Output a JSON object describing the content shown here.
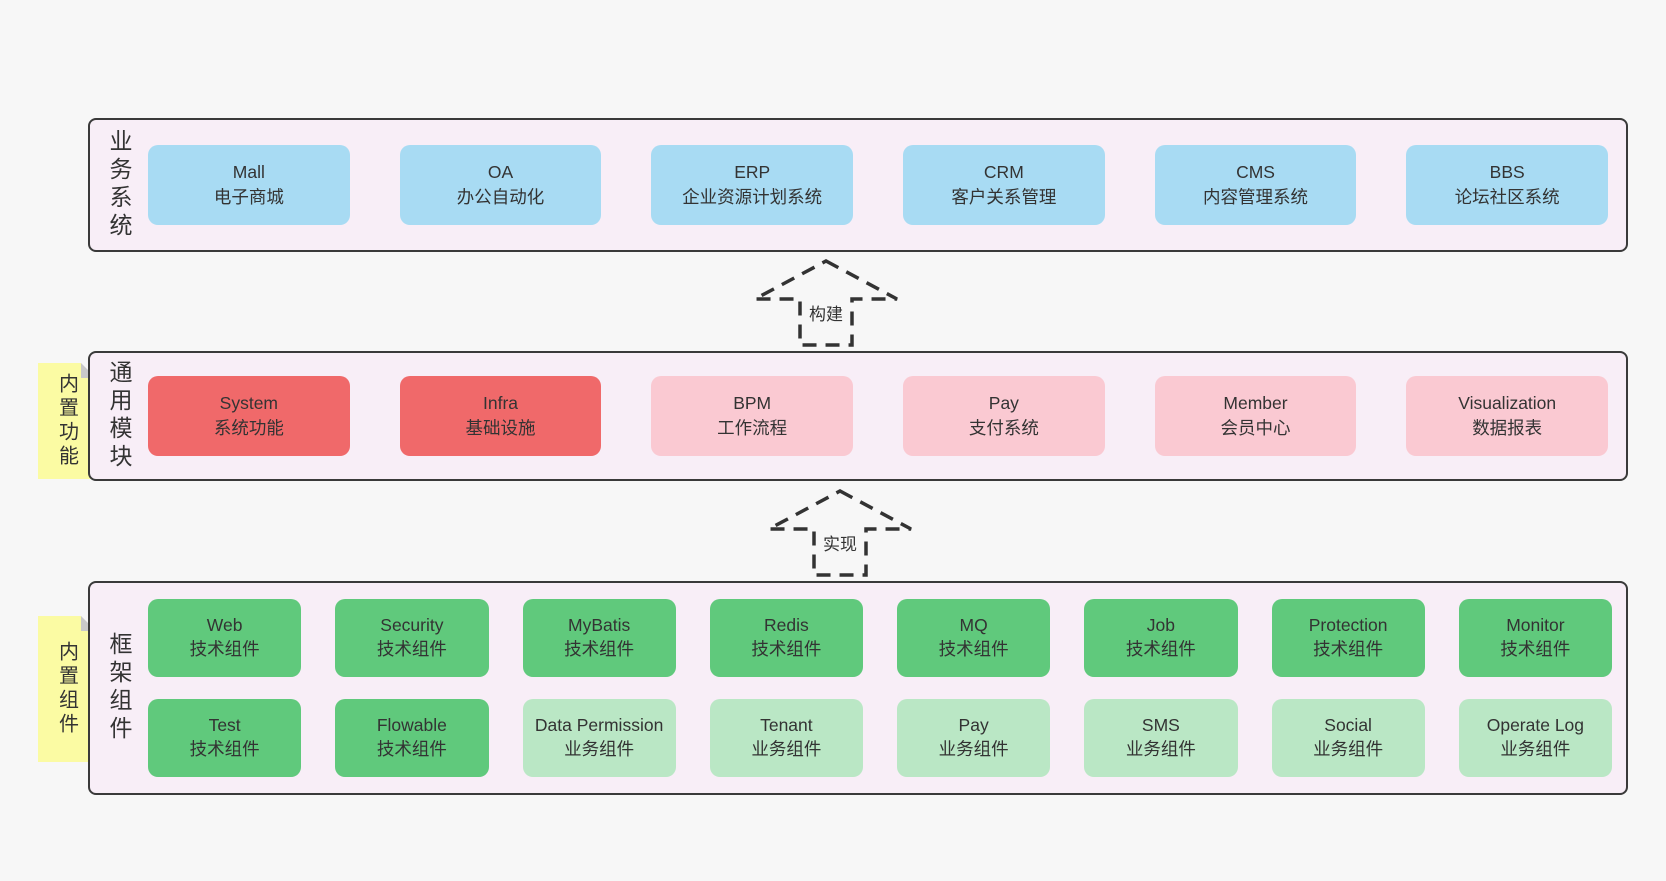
{
  "colors": {
    "page_bg": "#f7f7f7",
    "band_bg": "#f8eef7",
    "band_border": "#3a3a3a",
    "blue_box": "#a8dbf3",
    "red_box": "#f0696a",
    "pink_box": "#fac9d2",
    "green_box": "#60c97c",
    "light_green_box": "#bae7c5",
    "sticky_yellow": "#fbfba3",
    "text": "#333333"
  },
  "bands": [
    {
      "label": "业务系统",
      "boxes": [
        {
          "name": "Mall",
          "desc": "电子商城"
        },
        {
          "name": "OA",
          "desc": "办公自动化"
        },
        {
          "name": "ERP",
          "desc": "企业资源计划系统"
        },
        {
          "name": "CRM",
          "desc": "客户关系管理"
        },
        {
          "name": "CMS",
          "desc": "内容管理系统"
        },
        {
          "name": "BBS",
          "desc": "论坛社区系统"
        }
      ]
    },
    {
      "label": "通用模块",
      "sticky": "内置功能",
      "boxes": [
        {
          "name": "System",
          "desc": "系统功能"
        },
        {
          "name": "Infra",
          "desc": "基础设施"
        },
        {
          "name": "BPM",
          "desc": "工作流程"
        },
        {
          "name": "Pay",
          "desc": "支付系统"
        },
        {
          "name": "Member",
          "desc": "会员中心"
        },
        {
          "name": "Visualization",
          "desc": "数据报表"
        }
      ]
    },
    {
      "label": "框架组件",
      "sticky": "内置组件",
      "row1": [
        {
          "name": "Web",
          "desc": "技术组件"
        },
        {
          "name": "Security",
          "desc": "技术组件"
        },
        {
          "name": "MyBatis",
          "desc": "技术组件"
        },
        {
          "name": "Redis",
          "desc": "技术组件"
        },
        {
          "name": "MQ",
          "desc": "技术组件"
        },
        {
          "name": "Job",
          "desc": "技术组件"
        },
        {
          "name": "Protection",
          "desc": "技术组件"
        },
        {
          "name": "Monitor",
          "desc": "技术组件"
        }
      ],
      "row2": [
        {
          "name": "Test",
          "desc": "技术组件"
        },
        {
          "name": "Flowable",
          "desc": "技术组件"
        },
        {
          "name": "Data Permission",
          "desc": "业务组件"
        },
        {
          "name": "Tenant",
          "desc": "业务组件"
        },
        {
          "name": "Pay",
          "desc": "业务组件"
        },
        {
          "name": "SMS",
          "desc": "业务组件"
        },
        {
          "name": "Social",
          "desc": "业务组件"
        },
        {
          "name": "Operate Log",
          "desc": "业务组件"
        }
      ]
    }
  ],
  "arrows": [
    {
      "label": "构建"
    },
    {
      "label": "实现"
    }
  ]
}
